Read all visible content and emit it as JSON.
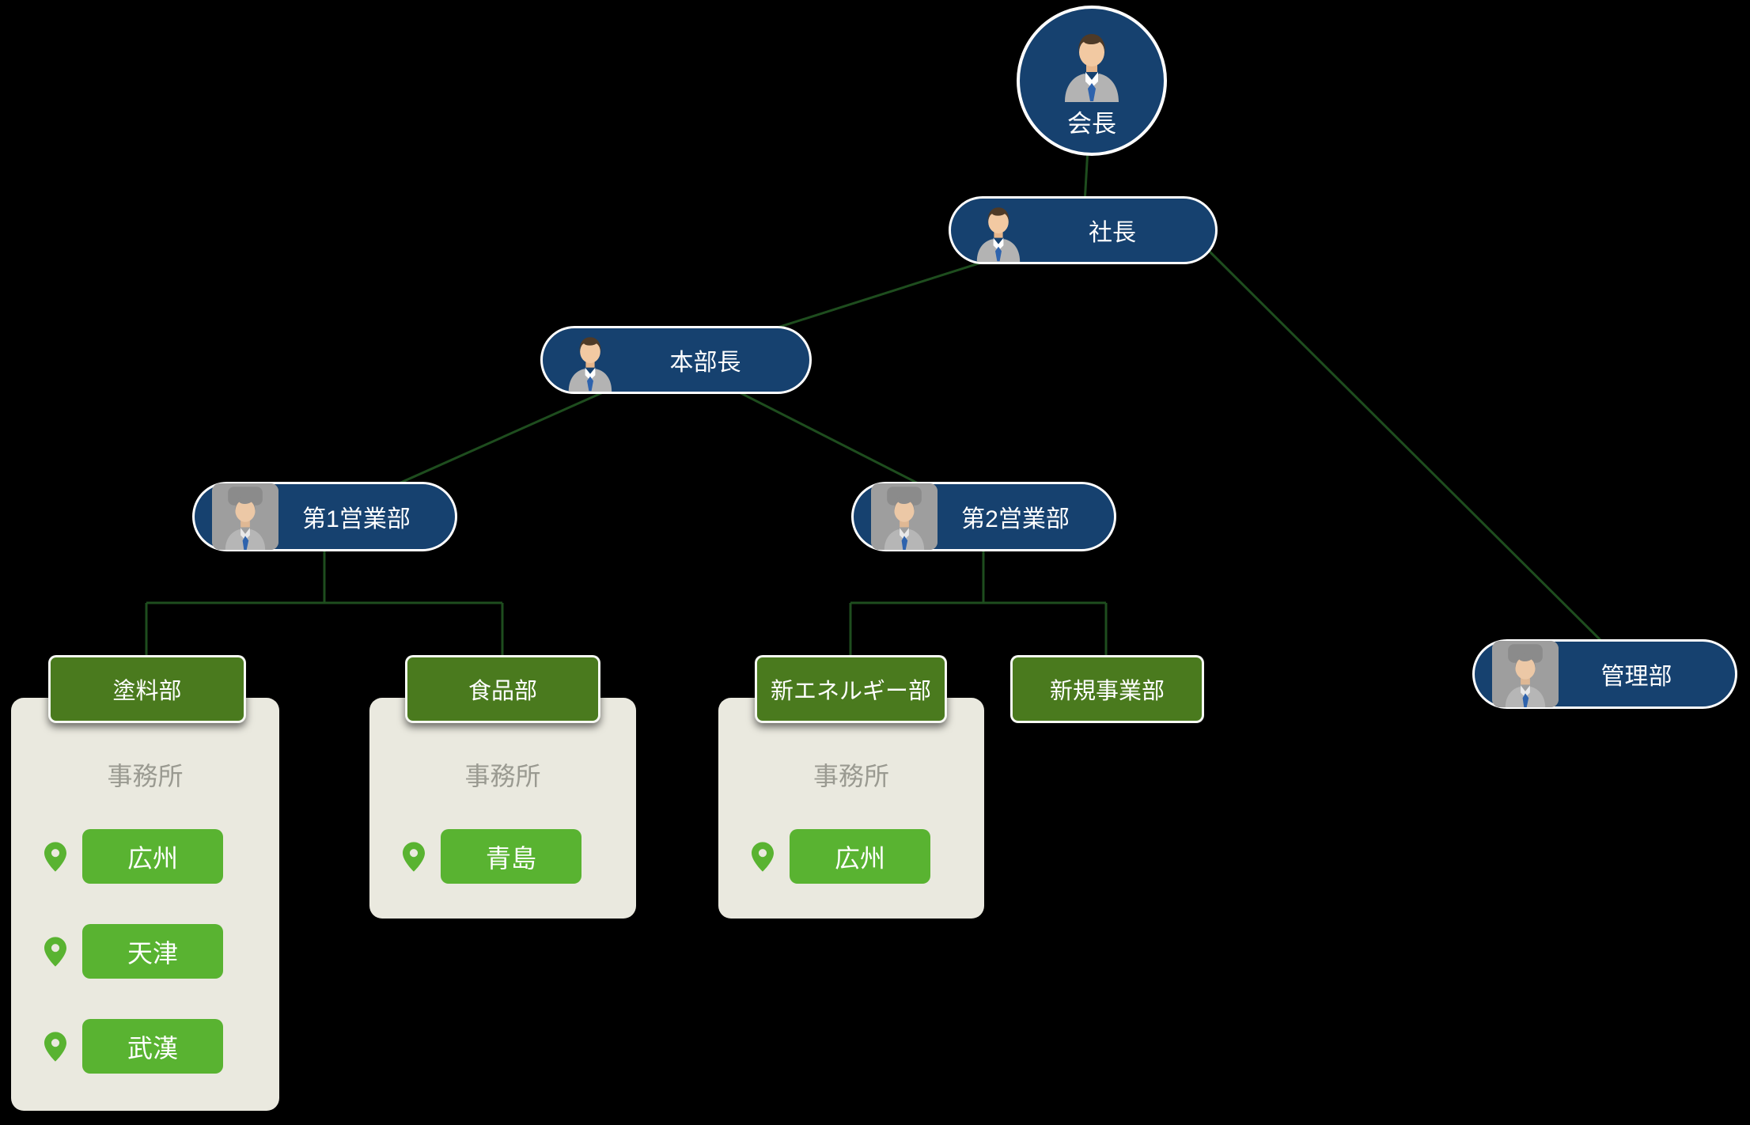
{
  "nodes": {
    "chairman": {
      "label": "会長"
    },
    "president": {
      "label": "社長"
    },
    "division_head": {
      "label": "本部長"
    },
    "sales_dept_1": {
      "label": "第1営業部"
    },
    "sales_dept_2": {
      "label": "第2営業部"
    },
    "admin_dept": {
      "label": "管理部"
    },
    "paint_dept": {
      "label": "塗料部"
    },
    "food_dept": {
      "label": "食品部"
    },
    "new_energy_dept": {
      "label": "新エネルギー部"
    },
    "new_business_dept": {
      "label": "新規事業部"
    }
  },
  "office_cards": {
    "section_label": "事務所",
    "paint": {
      "locations": [
        "広州",
        "天津",
        "武漢"
      ]
    },
    "food": {
      "locations": [
        "青島"
      ]
    },
    "new_energy": {
      "locations": [
        "広州"
      ]
    }
  },
  "colors": {
    "background": "#000000",
    "node_blue": "#16416f",
    "node_border": "#ffffff",
    "dept_green": "#4a7a1e",
    "location_green": "#59b331",
    "card_beige": "#eae9df",
    "connector_green": "#1e4d1e",
    "office_label_gray": "#9a9a91"
  }
}
